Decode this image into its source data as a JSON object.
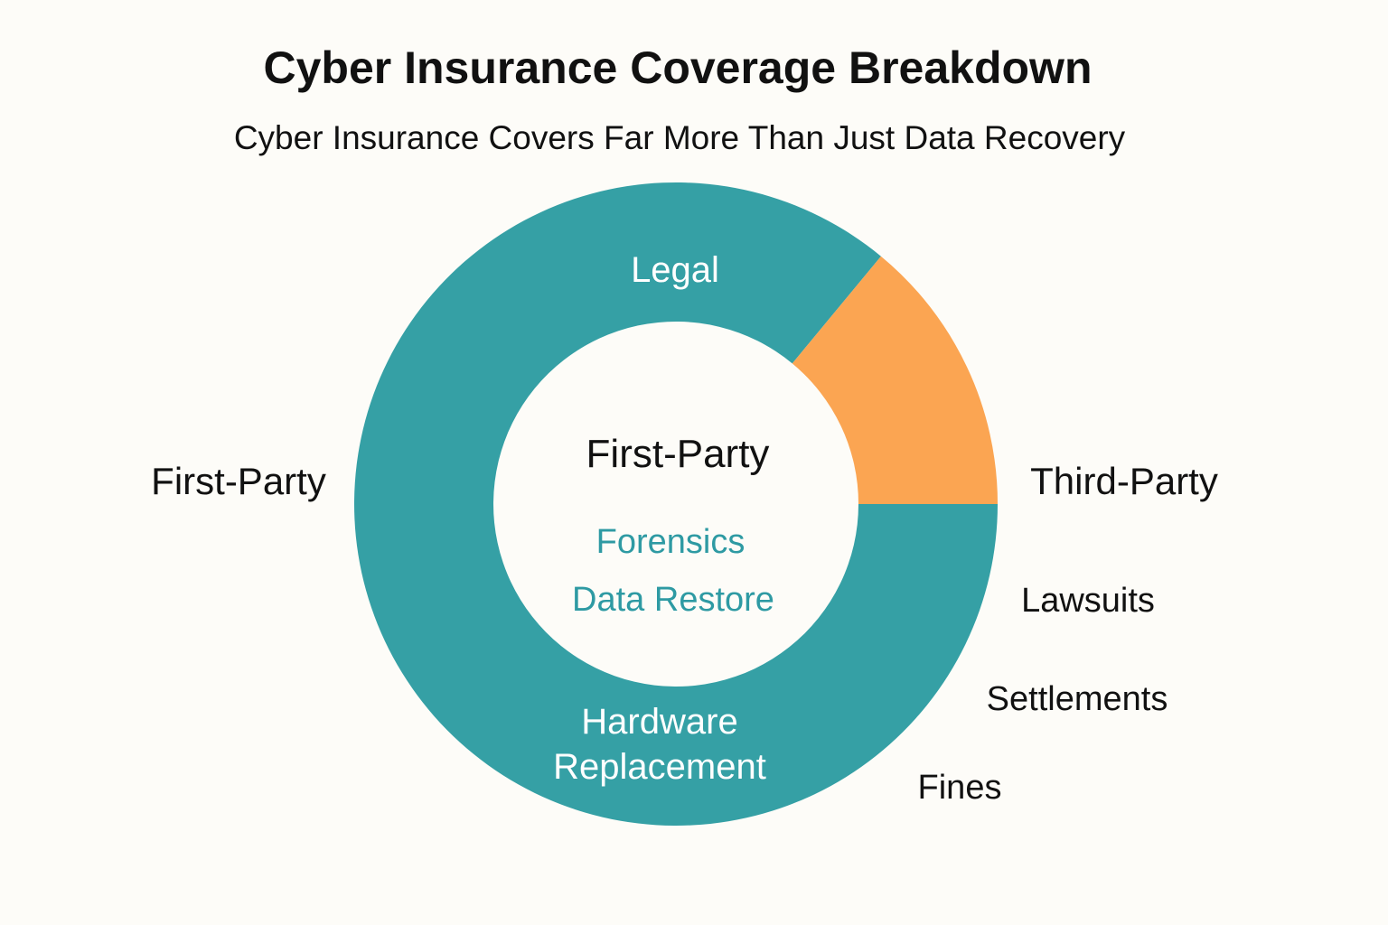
{
  "title": "Cyber Insurance Coverage Breakdown",
  "subtitle": "Cyber Insurance Covers Far More Than Just Data Recovery",
  "colors": {
    "first_party": "#35a0a5",
    "third_party": "#fba552",
    "inner_text": "#2e9aa3",
    "label_text": "#111111",
    "ring_text": "#ffffff",
    "background": "#fdfcf8"
  },
  "chart_data": {
    "type": "pie",
    "donut": true,
    "slices": [
      {
        "name": "First-Party",
        "value": 86,
        "color": "#35a0a5"
      },
      {
        "name": "Third-Party",
        "value": 14,
        "color": "#fba552"
      }
    ],
    "ring_labels": [
      "Legal",
      "Hardware",
      "Replacement"
    ],
    "center_title": "First-Party",
    "center_items": [
      "Forensics",
      "Data Restore"
    ],
    "side_labels": {
      "left": "First-Party",
      "right": "Third-Party",
      "third_party_items": [
        "Lawsuits",
        "Settlements",
        "Fines"
      ]
    }
  }
}
